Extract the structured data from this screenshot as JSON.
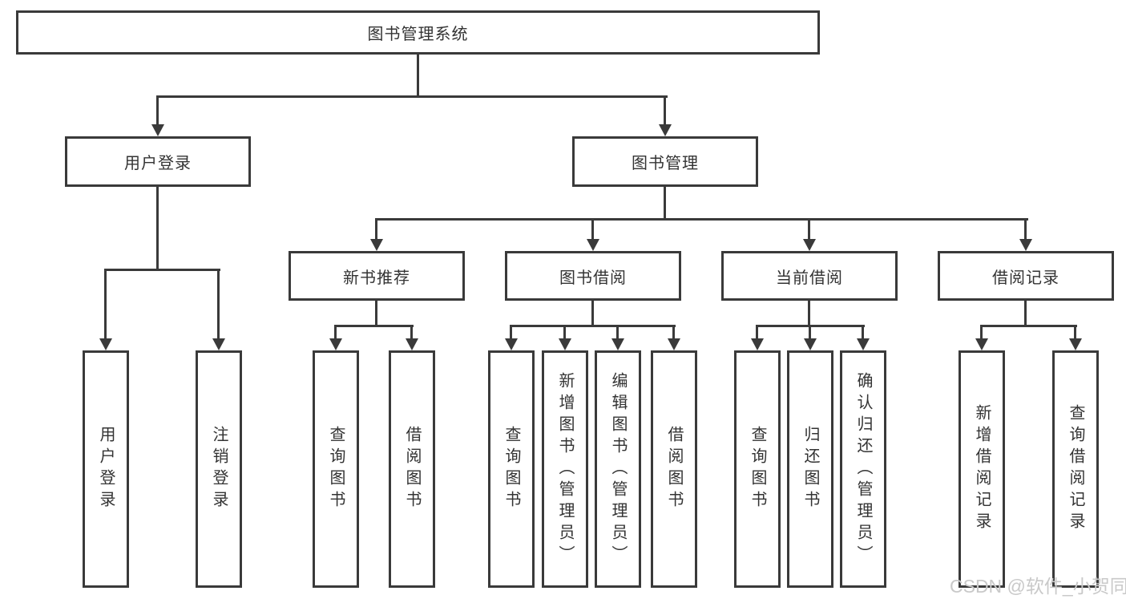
{
  "diagram_type": "hierarchy-tree",
  "tree": {
    "label": "图书管理系统",
    "children": [
      {
        "label": "用户登录",
        "children": [
          {
            "label": "用户登录"
          },
          {
            "label": "注销登录"
          }
        ]
      },
      {
        "label": "图书管理",
        "children": [
          {
            "label": "新书推荐",
            "children": [
              {
                "label": "查询图书"
              },
              {
                "label": "借阅图书"
              }
            ]
          },
          {
            "label": "图书借阅",
            "children": [
              {
                "label": "查询图书"
              },
              {
                "label": "新增图书（管理员）"
              },
              {
                "label": "编辑图书（管理员）"
              },
              {
                "label": "借阅图书"
              }
            ]
          },
          {
            "label": "当前借阅",
            "children": [
              {
                "label": "查询图书"
              },
              {
                "label": "归还图书"
              },
              {
                "label": "确认归还（管理员）"
              }
            ]
          },
          {
            "label": "借阅记录",
            "children": [
              {
                "label": "新增借阅记录"
              },
              {
                "label": "查询借阅记录"
              }
            ]
          }
        ]
      }
    ]
  },
  "watermark": "CSDN @软件_小贺同学",
  "colors": {
    "line": "#3a3a3a",
    "text": "#333333",
    "watermark": "#c9c9c9",
    "background": "#ffffff"
  }
}
